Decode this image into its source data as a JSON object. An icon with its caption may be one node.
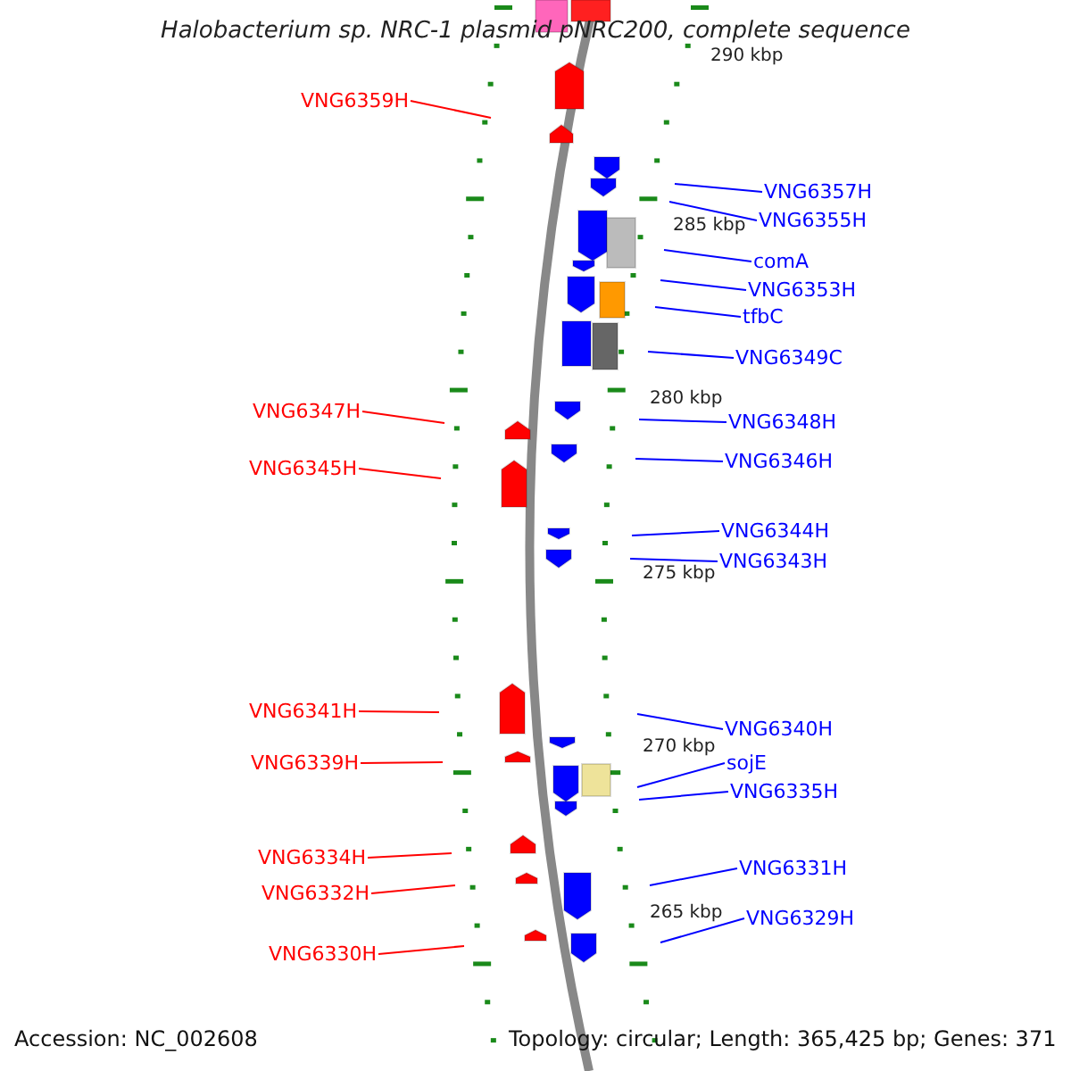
{
  "diagram": {
    "title": "Halobacterium sp. NRC-1 plasmid pNRC200, complete sequence",
    "nodes": [
      {
        "text": [
          "VNG6359H"
        ]
      },
      {
        "text": [
          "VNG6357H"
        ]
      },
      {
        "text": [
          "VNG6355H"
        ]
      },
      {
        "text": [
          "comA"
        ]
      },
      {
        "text": [
          "VNG6353H"
        ]
      },
      {
        "text": [
          "tfbC"
        ]
      },
      {
        "text": [
          "VNG6349C"
        ]
      },
      {
        "text": [
          "VNG6347H"
        ]
      },
      {
        "text": [
          "VNG6348H"
        ]
      },
      {
        "text": [
          "VNG6346H"
        ]
      },
      {
        "text": [
          "VNG6345H"
        ]
      },
      {
        "text": [
          "VNG6344H"
        ]
      },
      {
        "text": [
          "VNG6343H"
        ]
      },
      {
        "text": [
          "VNG6341H"
        ]
      },
      {
        "text": [
          "VNG6340H"
        ]
      },
      {
        "text": [
          "VNG6339H"
        ]
      },
      {
        "text": [
          "sojE"
        ]
      },
      {
        "text": [
          "VNG6335H"
        ]
      },
      {
        "text": [
          "VNG6334H"
        ]
      },
      {
        "text": [
          "VNG6331H"
        ]
      },
      {
        "text": [
          "VNG6332H"
        ]
      },
      {
        "text": [
          "VNG6329H"
        ]
      },
      {
        "text": [
          "VNG6330H"
        ]
      }
    ],
    "edges": [
      {
        "from": 0,
        "to": null,
        "arrow": "none",
        "color": "#ff0000"
      },
      {
        "from": 1,
        "to": null,
        "arrow": "none"
      },
      {
        "from": 2,
        "to": null,
        "arrow": "none"
      },
      {
        "from": 3,
        "to": null,
        "arrow": "none"
      },
      {
        "from": 4,
        "to": null,
        "arrow": "none"
      },
      {
        "from": 5,
        "to": null,
        "arrow": "none"
      },
      {
        "from": 6,
        "to": null,
        "arrow": "none"
      },
      {
        "from": 7,
        "to": null,
        "arrow": "none",
        "color": "#ff0000"
      },
      {
        "from": 8,
        "to": null,
        "arrow": "none"
      },
      {
        "from": 9,
        "to": null,
        "arrow": "none"
      },
      {
        "from": 10,
        "to": null,
        "arrow": "none",
        "color": "#ff0000"
      },
      {
        "from": 11,
        "to": null,
        "arrow": "none"
      },
      {
        "from": 12,
        "to": null,
        "arrow": "none"
      },
      {
        "from": 13,
        "to": null,
        "arrow": "none",
        "color": "#ff0000"
      },
      {
        "from": 14,
        "to": null,
        "arrow": "none"
      },
      {
        "from": 15,
        "to": null,
        "arrow": "none",
        "color": "#ff0000"
      },
      {
        "from": 16,
        "to": null,
        "arrow": "none"
      },
      {
        "from": 17,
        "to": null,
        "arrow": "none"
      },
      {
        "from": 18,
        "to": null,
        "arrow": "none",
        "color": "#ff0000"
      },
      {
        "from": 19,
        "to": null,
        "arrow": "none"
      },
      {
        "from": 20,
        "to": null,
        "arrow": "none",
        "color": "#ff0000"
      },
      {
        "from": 21,
        "to": null,
        "arrow": "none"
      },
      {
        "from": 22,
        "to": null,
        "arrow": "none",
        "color": "#ff0000"
      }
    ],
    "labels": [
      "290 kbp",
      "285 kbp",
      "280 kbp",
      "275 kbp",
      "270 kbp",
      "265 kbp",
      "Accession: NC_002608",
      "Topology: circular; Length: 365,425 bp; Genes: 371"
    ]
  }
}
